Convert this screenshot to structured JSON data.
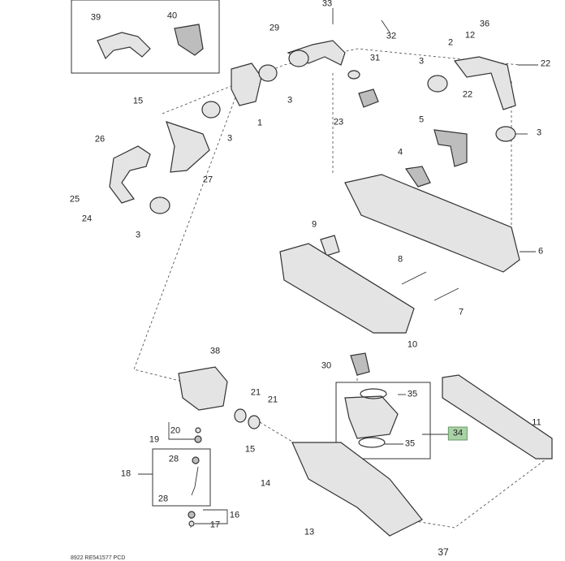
{
  "callouts": [
    "33",
    "32",
    "39",
    "40",
    "29",
    "36",
    "12",
    "2",
    "31",
    "3",
    "22",
    "15",
    "3",
    "22",
    "1",
    "23",
    "5",
    "3",
    "3",
    "26",
    "4",
    "27",
    "25",
    "24",
    "3",
    "9",
    "6",
    "8",
    "7",
    "10",
    "38",
    "30",
    "35",
    "21",
    "21",
    "11",
    "20",
    "34",
    "19",
    "35",
    "15",
    "28",
    "18",
    "14",
    "28",
    "16",
    "17",
    "13",
    "37"
  ],
  "highlighted_callout": "34",
  "highlight_color": "#a9d3a6",
  "footer": "8922  RE541577  PCD"
}
